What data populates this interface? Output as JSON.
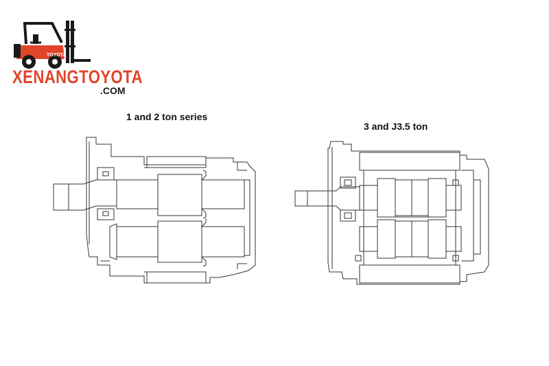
{
  "logo": {
    "brand": "XENANGTOYOTA",
    "domain": ".COM",
    "badge": "TOYOTA",
    "colors": {
      "brand": "#e0452a",
      "dark": "#1a1a1a"
    }
  },
  "diagrams": [
    {
      "caption": "1 and 2 ton series"
    },
    {
      "caption": "3 and J3.5 ton"
    }
  ]
}
